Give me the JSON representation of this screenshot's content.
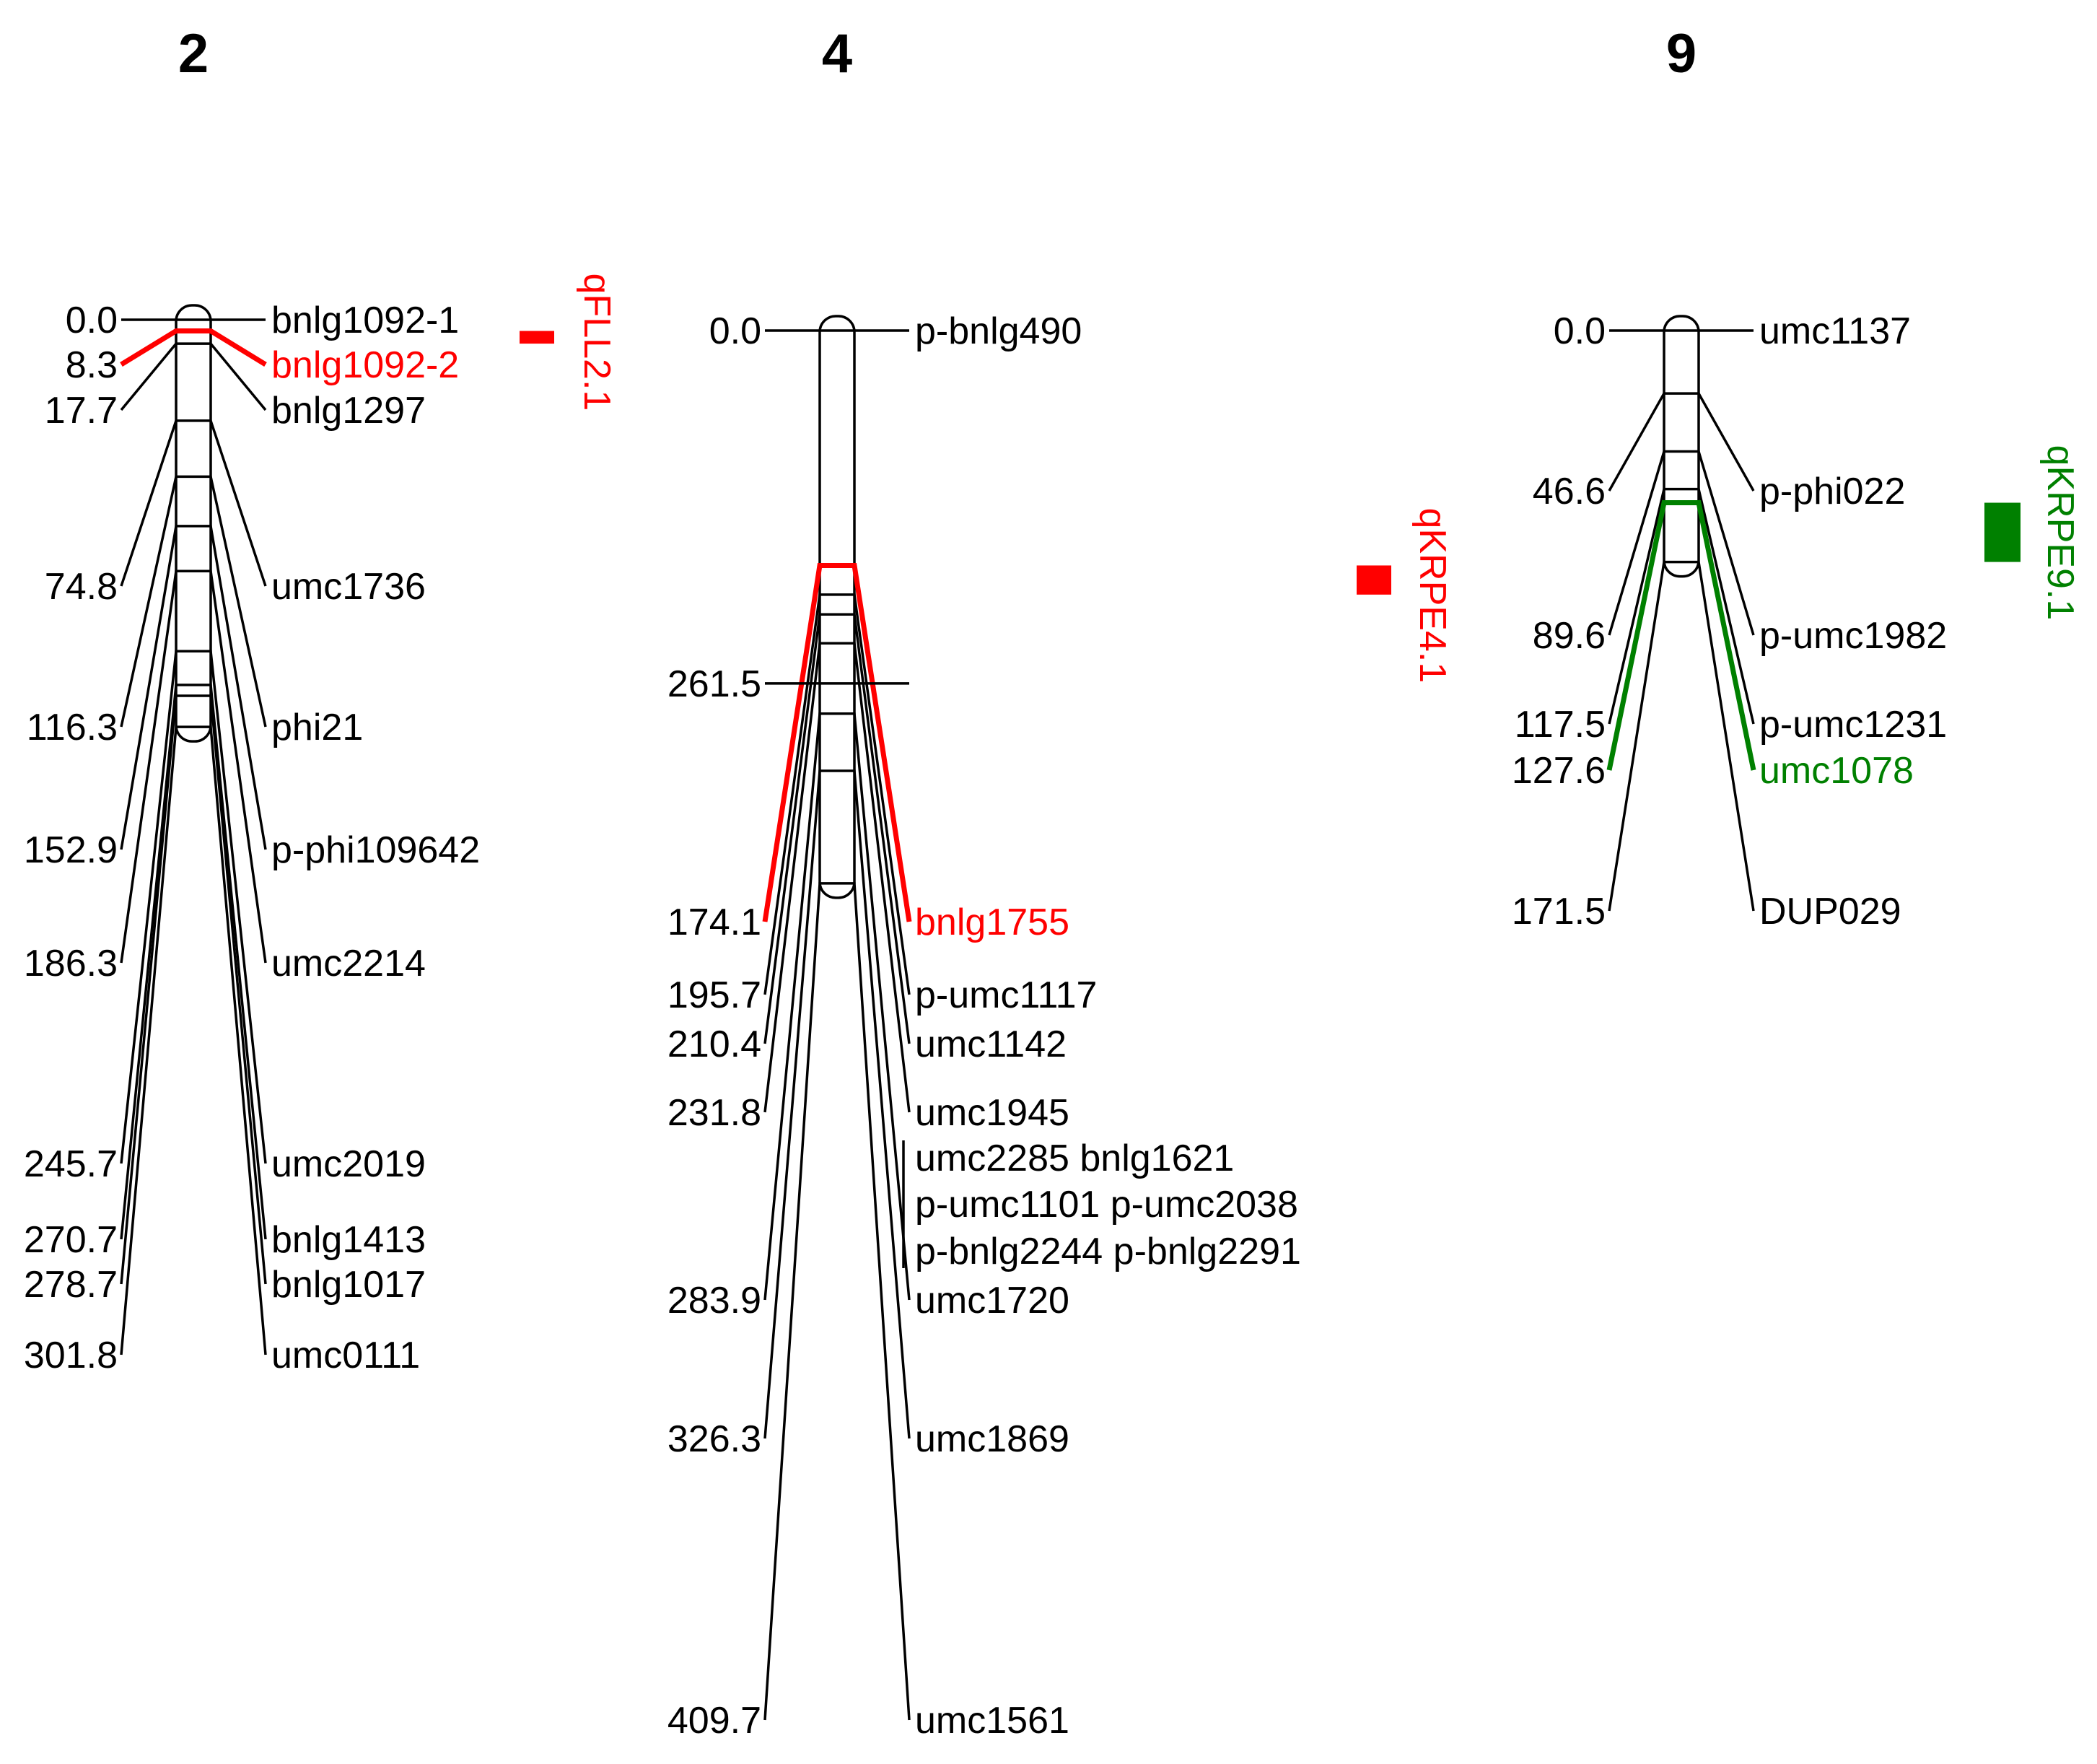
{
  "chromosomes": [
    {
      "id": "chr2",
      "title": "2",
      "markers": [
        {
          "pos": "0.0",
          "name": "bnlg1092-1"
        },
        {
          "pos": "8.3",
          "name": "bnlg1092-2",
          "color": "#ff0000"
        },
        {
          "pos": "17.7",
          "name": "bnlg1297"
        },
        {
          "pos": "74.8",
          "name": "umc1736"
        },
        {
          "pos": "116.3",
          "name": "phi21"
        },
        {
          "pos": "152.9",
          "name": "p-phi109642"
        },
        {
          "pos": "186.3",
          "name": "umc2214"
        },
        {
          "pos": "245.7",
          "name": "umc2019"
        },
        {
          "pos": "270.7",
          "name": "bnlg1413"
        },
        {
          "pos": "278.7",
          "name": "bnlg1017"
        },
        {
          "pos": "301.8",
          "name": "umc0111"
        }
      ],
      "qtls": [
        {
          "name": "qFLL2.1",
          "color": "#ff0000",
          "from": 8.3,
          "to": 17.7
        }
      ]
    },
    {
      "id": "chr4",
      "title": "4",
      "markers": [
        {
          "pos": "0.0",
          "name": "p-bnlg490"
        },
        {
          "pos": "174.1",
          "name": "bnlg1755",
          "color": "#ff0000"
        },
        {
          "pos": "195.7",
          "name": "p-umc1117"
        },
        {
          "pos": "210.4",
          "name": "umc1142"
        },
        {
          "pos": "231.8",
          "name": "umc1945"
        },
        {
          "pos": "261.5",
          "names": [
            "umc2285 bnlg1621",
            "p-umc1101 p-umc2038",
            "p-bnlg2244 p-bnlg2291"
          ]
        },
        {
          "pos": "283.9",
          "name": "umc1720"
        },
        {
          "pos": "326.3",
          "name": "umc1869"
        },
        {
          "pos": "409.7",
          "name": "umc1561"
        }
      ],
      "qtls": [
        {
          "name": "qKRPE4.1",
          "color": "#ff0000",
          "from": 174.1,
          "to": 195.7
        }
      ]
    },
    {
      "id": "chr9",
      "title": "9",
      "markers": [
        {
          "pos": "0.0",
          "name": "umc1137"
        },
        {
          "pos": "46.6",
          "name": "p-phi022"
        },
        {
          "pos": "89.6",
          "name": "p-umc1982"
        },
        {
          "pos": "117.5",
          "name": "p-umc1231"
        },
        {
          "pos": "127.6",
          "name": "umc1078",
          "color": "#008000"
        },
        {
          "pos": "171.5",
          "name": "DUP029"
        }
      ],
      "qtls": [
        {
          "name": "qKRPE9.1",
          "color": "#008000",
          "from": 127.6,
          "to": 171.5
        }
      ]
    }
  ]
}
